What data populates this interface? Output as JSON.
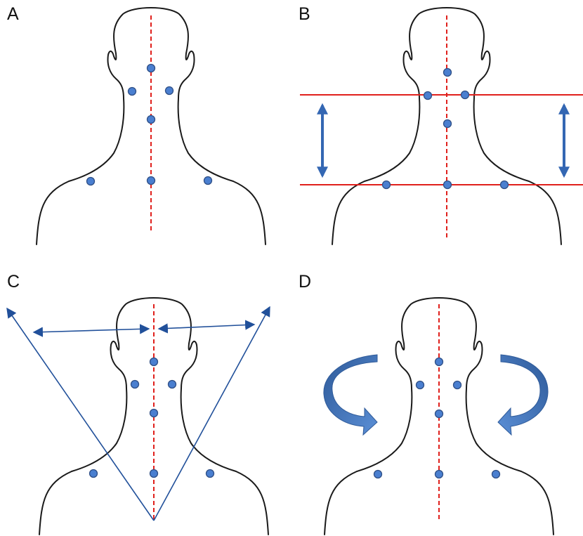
{
  "figure": {
    "panels": [
      {
        "id": "A",
        "label": "A"
      },
      {
        "id": "B",
        "label": "B"
      },
      {
        "id": "C",
        "label": "C"
      },
      {
        "id": "D",
        "label": "D"
      }
    ]
  },
  "colors": {
    "outline": "#1a1a1a",
    "midline": "#e0201c",
    "marker": "#4a7fd0",
    "marker_border": "#2f4f86",
    "level_line": "#e0201c",
    "arrow_blue": "#3467b3",
    "rotation_arrow_light": "#5b8fd6",
    "rotation_arrow_dark": "#2e5a99"
  },
  "icons": {
    "head_outline": "head-and-shoulders-silhouette",
    "landmark": "filled-circle-marker",
    "rotation": "curved-rotation-arrow"
  }
}
